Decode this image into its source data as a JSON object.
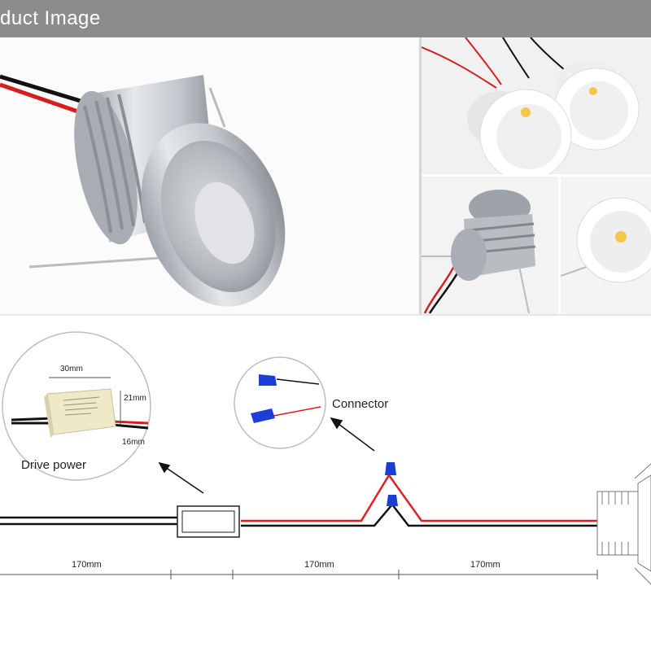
{
  "header": {
    "title": "duct Image"
  },
  "diagram": {
    "drive_power": {
      "label": "Drive power",
      "width_label": "30mm",
      "height_label": "21mm",
      "depth_label": "16mm"
    },
    "connector": {
      "label": "Connector"
    },
    "dimensions": [
      "170mm",
      "170mm",
      "170mm"
    ]
  },
  "colors": {
    "header_bg": "#8c8c8c",
    "wire_red": "#e02020",
    "wire_black": "#111111",
    "connector_blue": "#1b3fd6",
    "aluminium": "#c9cdd2"
  }
}
